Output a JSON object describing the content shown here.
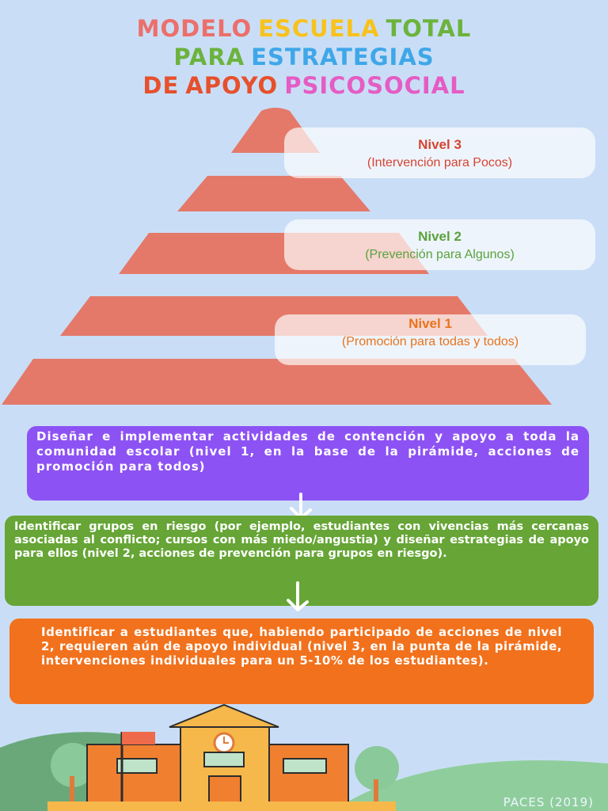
{
  "title": {
    "line1": [
      {
        "text": "MODELO",
        "color": "#ec6f6b"
      },
      {
        "text": "ESCUELA",
        "color": "#f8c21e"
      },
      {
        "text": "TOTAL",
        "color": "#6cb33e"
      }
    ],
    "line2": [
      {
        "text": "PARA",
        "color": "#6cb33e"
      },
      {
        "text": "ESTRATEGIAS",
        "color": "#3fa7e8"
      }
    ],
    "line3": [
      {
        "text": "DE",
        "color": "#e6502c"
      },
      {
        "text": "APOYO",
        "color": "#e6502c"
      },
      {
        "text": "PSICOSOCIAL",
        "color": "#e55cc4"
      }
    ]
  },
  "pyramid": {
    "levels": [
      {
        "name": "Nivel 3",
        "desc": "(Intervención para Pocos)",
        "color": "#d64432"
      },
      {
        "name": "Nivel 2",
        "desc": "(Prevención para Algunos)",
        "color": "#5aa23c"
      },
      {
        "name": "Nivel 1",
        "desc": "(Promoción para todas y todos)",
        "color": "#e8741c"
      }
    ]
  },
  "steps": [
    {
      "text": "Diseñar e implementar actividades de contención y apoyo a toda la comunidad escolar (nivel 1, en la base de la pirámide, acciones de promoción para todos)",
      "color": "#8d52f4"
    },
    {
      "text": "Identificar grupos en riesgo (por ejemplo, estudiantes con vivencias más cercanas asociadas al conflicto; cursos con más miedo/angustia) y diseñar estrategias de apoyo para ellos (nivel 2, acciones de prevención para grupos en riesgo).",
      "color": "#66a536"
    },
    {
      "text": "Identificar a estudiantes que, habiendo participado de acciones de nivel 2, requieren aún de apoyo individual (nivel 3, en la punta de la pirámide, intervenciones individuales para un 5-10% de los estudiantes).",
      "color": "#f2711c"
    }
  ],
  "credit": "PACES (2019)"
}
